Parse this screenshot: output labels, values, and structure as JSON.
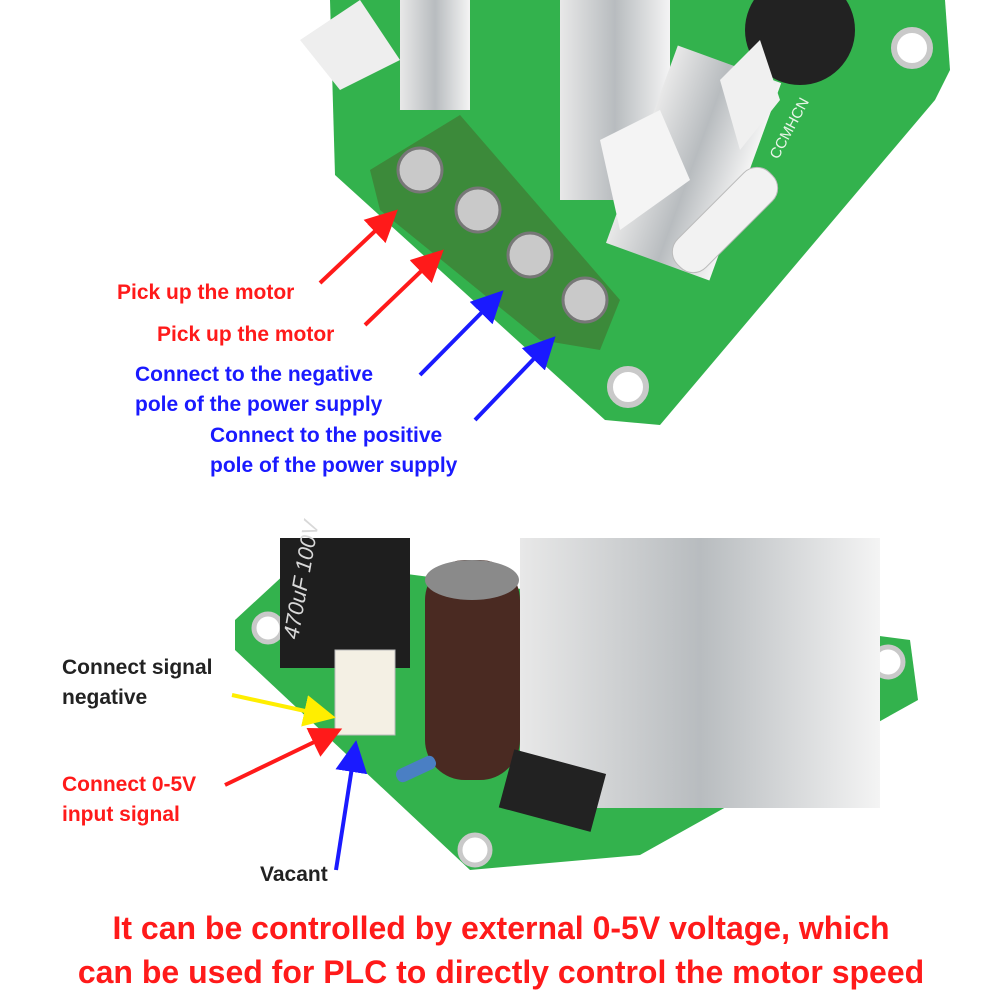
{
  "top_panel": {
    "labels": {
      "motor_1": "Pick up the motor",
      "motor_2": "Pick up the motor",
      "negative_line1": "Connect to the negative",
      "negative_line2": "pole of the power supply",
      "positive_line1": "Connect to the positive",
      "positive_line2": "pole of the power supply"
    },
    "board_marking": "CCMHCN"
  },
  "bottom_panel": {
    "labels": {
      "signal_negative_line1": "Connect signal",
      "signal_negative_line2": "negative",
      "input_line1": "Connect 0-5V",
      "input_line2": "input signal",
      "vacant": "Vacant"
    },
    "capacitor_text": "470uF 100V"
  },
  "caption": {
    "line1": "It can be controlled by external 0-5V voltage, which",
    "line2": "can be used for PLC to directly control the motor speed"
  },
  "colors": {
    "red": "#ff1a1a",
    "blue": "#1a1aff",
    "yellow": "#ffee00",
    "pcb": "#2fae4a"
  }
}
